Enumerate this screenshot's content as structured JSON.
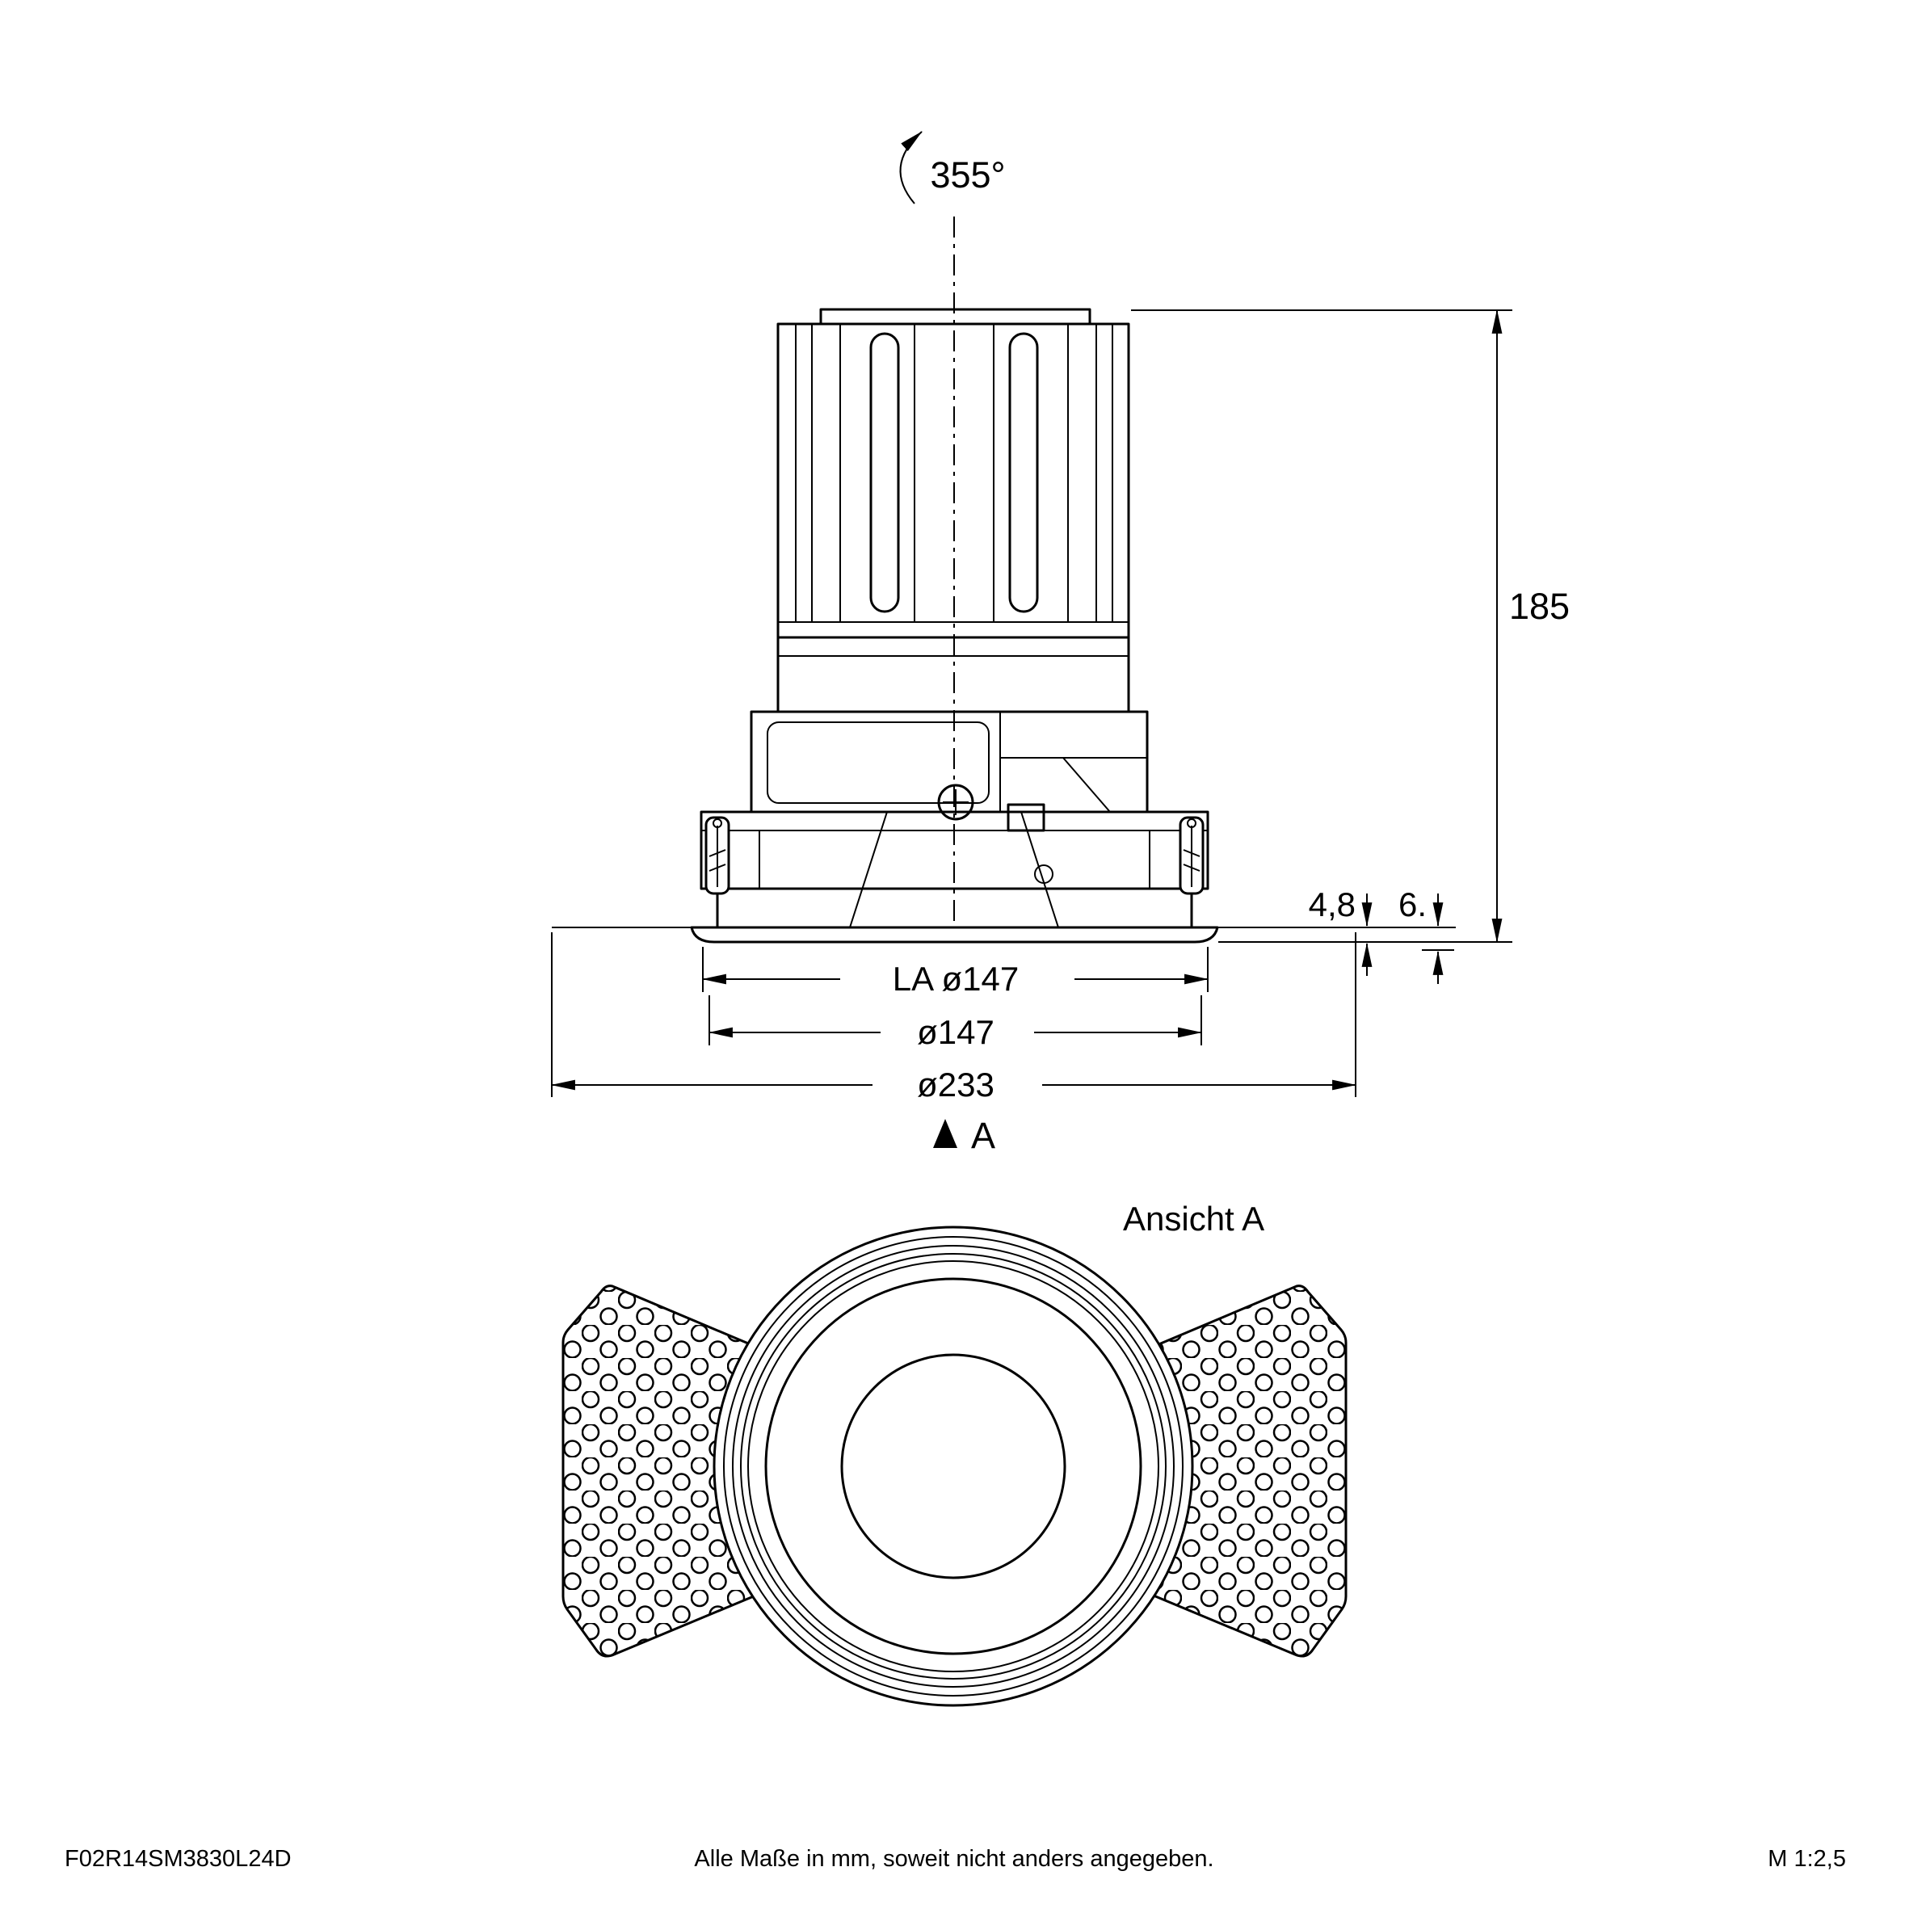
{
  "colors": {
    "line": "#000000",
    "background": "#ffffff"
  },
  "annotations": {
    "rotation": "355°",
    "view_arrow": "A",
    "bottom_view_title": "Ansicht A"
  },
  "dimensions": {
    "height": "185",
    "trim_thickness": "4,8",
    "protrusion": "6.",
    "cutout": "LA ø147",
    "inner_diameter": "ø147",
    "outer_diameter": "ø233"
  },
  "footer": {
    "article_number": "F02R14SM3830L24D",
    "note": "Alle Maße in mm, soweit nicht anders angegeben.",
    "scale": "M 1:2,5"
  }
}
